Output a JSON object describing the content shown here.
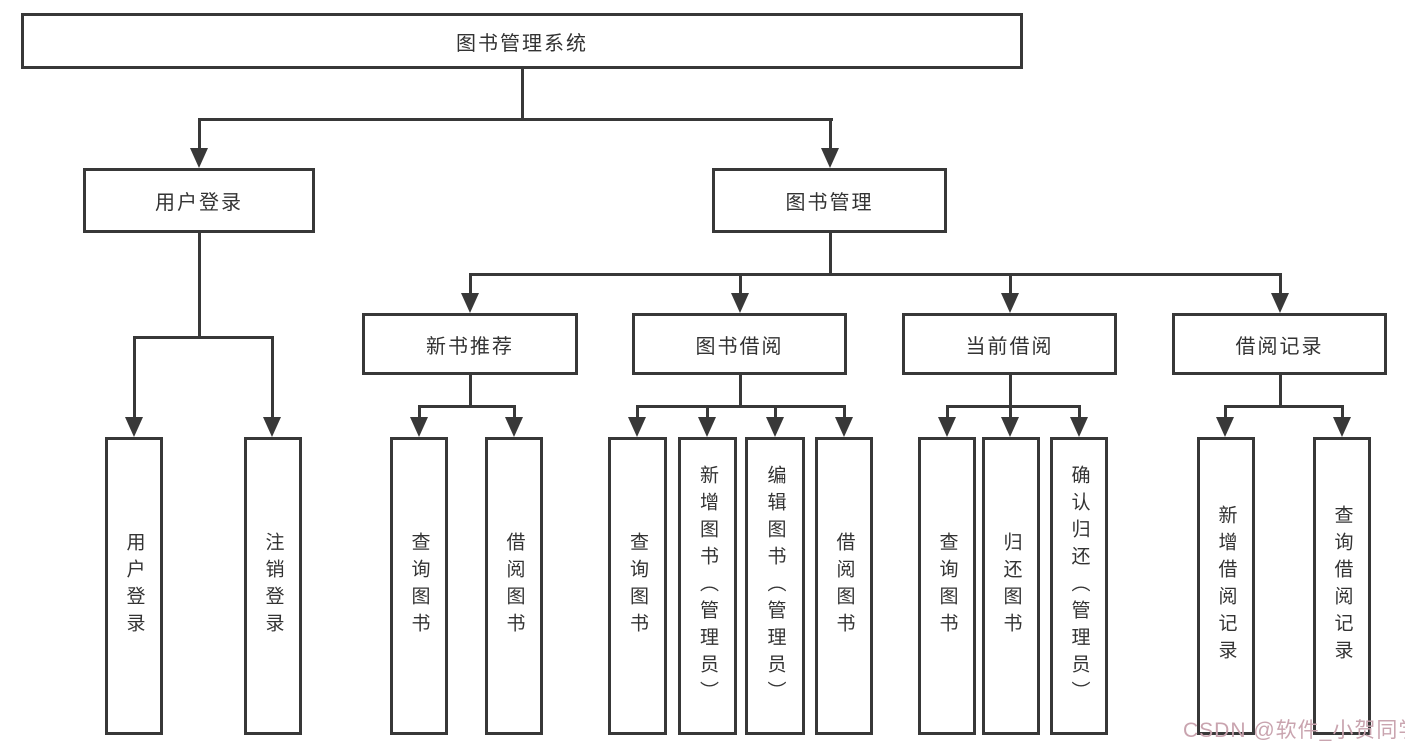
{
  "tree": {
    "root": {
      "label": "图书管理系统"
    },
    "children": [
      {
        "label": "用户登录",
        "children": [
          {
            "label": "用户登录"
          },
          {
            "label": "注销登录"
          }
        ]
      },
      {
        "label": "图书管理",
        "children": [
          {
            "label": "新书推荐",
            "children": [
              {
                "label": "查询图书"
              },
              {
                "label": "借阅图书"
              }
            ]
          },
          {
            "label": "图书借阅",
            "children": [
              {
                "label": "查询图书"
              },
              {
                "label": "新增图书（管理员）"
              },
              {
                "label": "编辑图书（管理员）"
              },
              {
                "label": "借阅图书"
              }
            ]
          },
          {
            "label": "当前借阅",
            "children": [
              {
                "label": "查询图书"
              },
              {
                "label": "归还图书"
              },
              {
                "label": "确认归还（管理员）"
              }
            ]
          },
          {
            "label": "借阅记录",
            "children": [
              {
                "label": "新增借阅记录"
              },
              {
                "label": "查询借阅记录"
              }
            ]
          }
        ]
      }
    ]
  },
  "watermark": {
    "text": "CSDN @软件_小贺同学"
  },
  "colors": {
    "line": "#383838",
    "text": "#333333",
    "watermark": "#c9a4af",
    "background": "#ffffff"
  }
}
